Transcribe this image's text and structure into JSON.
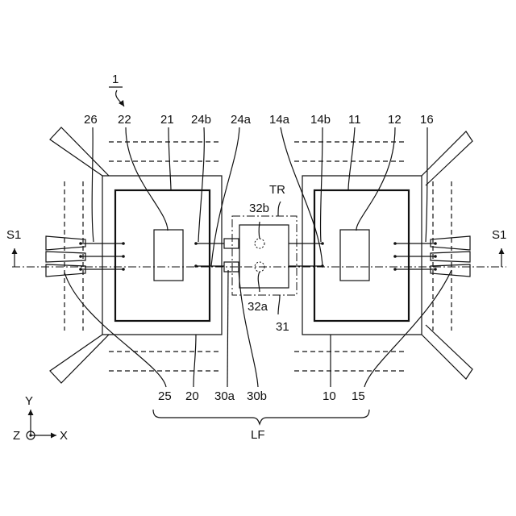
{
  "labels": {
    "fig_ref": "1",
    "r26": "26",
    "r22": "22",
    "r21": "21",
    "r24b": "24b",
    "r24a": "24a",
    "r14a": "14a",
    "r14b": "14b",
    "r11": "11",
    "r12": "12",
    "r16": "16",
    "tr": "TR",
    "r32b": "32b",
    "r32a": "32a",
    "r31": "31",
    "s1_left": "S1",
    "s1_right": "S1",
    "r25": "25",
    "r20": "20",
    "r30a": "30a",
    "r30b": "30b",
    "r10": "10",
    "r15": "15",
    "lf": "LF",
    "axis_y": "Y",
    "axis_z": "Z",
    "axis_x": "X"
  }
}
